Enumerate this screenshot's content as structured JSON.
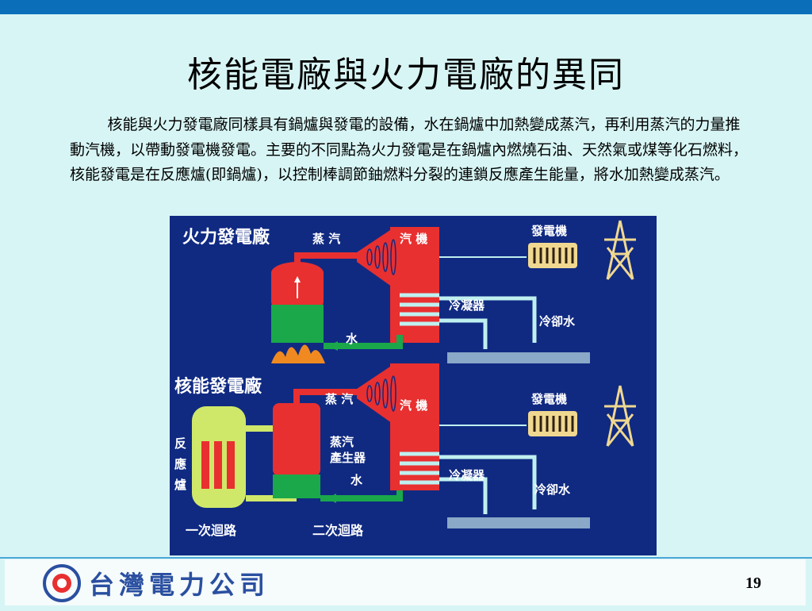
{
  "slide": {
    "title": "核能電廠與火力電廠的異同",
    "paragraph": "核能與火力發電廠同樣具有鍋爐與發電的設備，水在鍋爐中加熱變成蒸汽，再利用蒸汽的力量推動汽機，以帶動發電機發電。主要的不同點為火力發電是在鍋爐內燃燒石油、天然氣或煤等化石燃料，核能發電是在反應爐(即鍋爐)，以控制棒調節鈾燃料分裂的連鎖反應產生能量，將水加熱變成蒸汽。",
    "page_number": "19"
  },
  "diagram": {
    "thermal": {
      "heading": "火力發電廠",
      "steam": "蒸 汽",
      "turbine": "汽 機",
      "generator": "發電機",
      "condenser": "冷凝器",
      "cooling_water": "冷卻水",
      "water": "水"
    },
    "nuclear": {
      "heading": "核能發電廠",
      "steam": "蒸 汽",
      "turbine": "汽 機",
      "generator": "發電機",
      "steam_generator_1": "蒸汽",
      "steam_generator_2": "產生器",
      "water": "水",
      "condenser": "冷凝器",
      "cooling_water": "冷卻水",
      "reactor_1": "反",
      "reactor_2": "應",
      "reactor_3": "爐",
      "primary_loop": "一次迴路",
      "secondary_loop": "二次迴路"
    }
  },
  "footer": {
    "company": "台灣電力公司"
  },
  "colors": {
    "top_bar": "#0a6fb8",
    "diagram_bg": "#102a82",
    "red": "#e83030",
    "green": "#1aa84a",
    "cyan": "#bff0f0"
  }
}
